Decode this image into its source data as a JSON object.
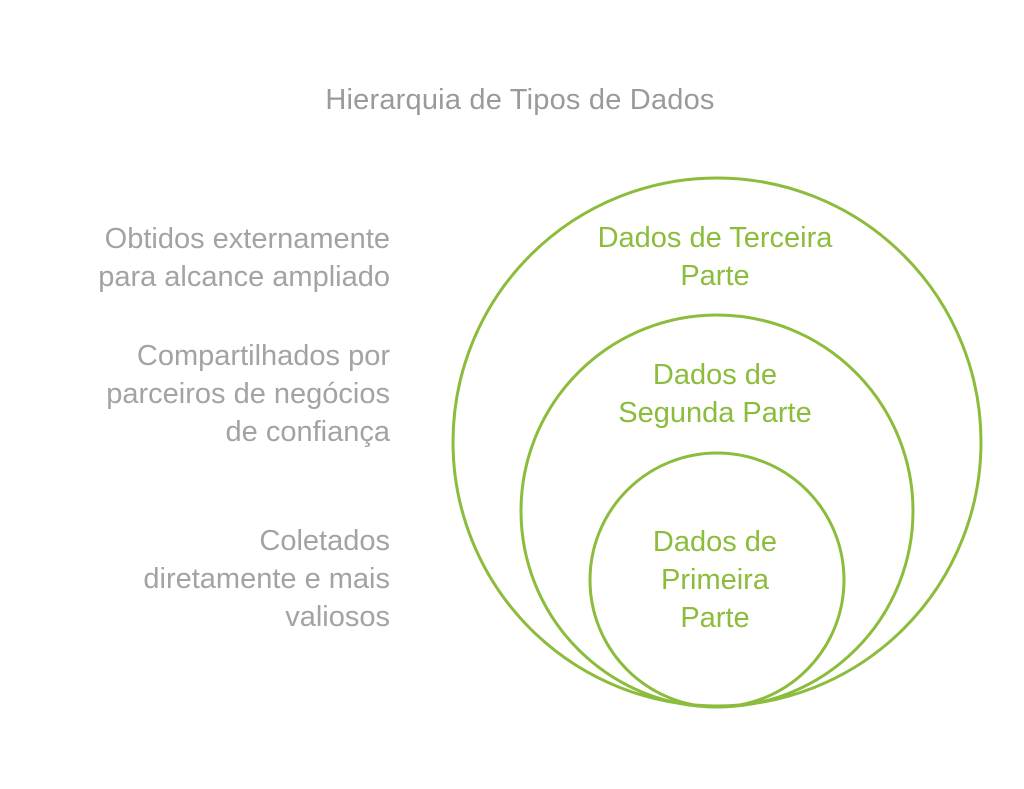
{
  "title": "Hierarquia de Tipos de Dados",
  "colors": {
    "accent": "#8cbc3c",
    "text_muted": "#a3a3a3"
  },
  "levels": [
    {
      "label": "Dados de Terceira\nParte",
      "description": "Obtidos externamente\npara alcance ampliado"
    },
    {
      "label": "Dados de\nSegunda Parte",
      "description": "Compartilhados por\nparceiros de negócios\nde confiança"
    },
    {
      "label": "Dados de\nPrimeira\nParte",
      "description": "Coletados\ndiretamente e mais\nvaliosos"
    }
  ]
}
